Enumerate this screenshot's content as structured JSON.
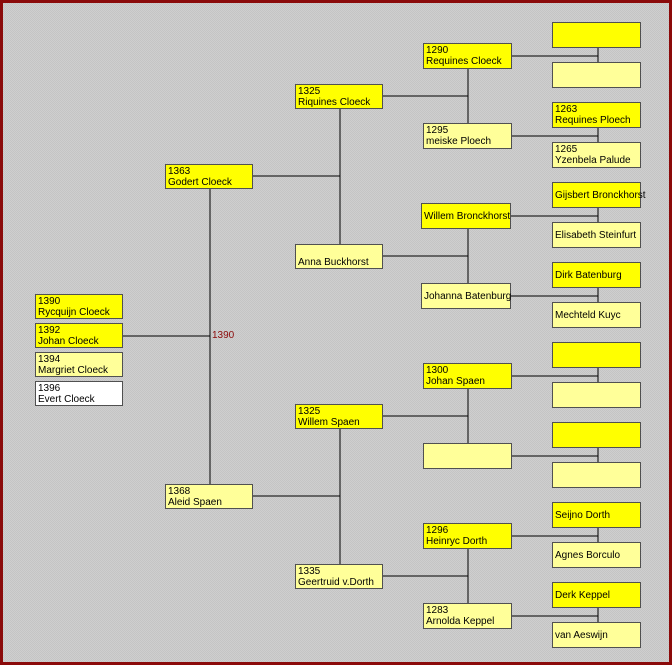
{
  "tree": {
    "marriage_year": "1390",
    "children": [
      {
        "year": "1390",
        "name": "Rycquijn Cloeck"
      },
      {
        "year": "1392",
        "name": "Johan Cloeck"
      },
      {
        "year": "1394",
        "name": "Margriet Cloeck"
      },
      {
        "year": "1396",
        "name": "Evert Cloeck"
      }
    ],
    "father": {
      "year": "1363",
      "name": "Godert Cloeck"
    },
    "mother": {
      "year": "1368",
      "name": "Aleid Spaen"
    },
    "paternal_grandfather": {
      "year": "1325",
      "name": "Riquines Cloeck"
    },
    "paternal_grandmother": {
      "year": "",
      "name": "Anna Buckhorst"
    },
    "maternal_grandfather": {
      "year": "1325",
      "name": "Willem Spaen"
    },
    "maternal_grandmother": {
      "year": "1335",
      "name": "Geertruid v.Dorth"
    },
    "gen3": [
      {
        "year": "1290",
        "name": "Requines Cloeck"
      },
      {
        "year": "1295",
        "name": "meiske Ploech"
      },
      {
        "year": "",
        "name": "Willem Bronckhorst"
      },
      {
        "year": "",
        "name": "Johanna Batenburg"
      },
      {
        "year": "1300",
        "name": "Johan Spaen"
      },
      {
        "year": "",
        "name": ""
      },
      {
        "year": "1296",
        "name": "Heinryc Dorth"
      },
      {
        "year": "1283",
        "name": "Arnolda Keppel"
      }
    ],
    "gen4": [
      {
        "year": "",
        "name": ""
      },
      {
        "year": "",
        "name": ""
      },
      {
        "year": "1263",
        "name": "Requines Ploech"
      },
      {
        "year": "1265",
        "name": "Yzenbela Palude"
      },
      {
        "year": "",
        "name": "Gijsbert Bronckhorst"
      },
      {
        "year": "",
        "name": "Elisabeth Steinfurt"
      },
      {
        "year": "",
        "name": "Dirk Batenburg"
      },
      {
        "year": "",
        "name": "Mechteld Kuyc"
      },
      {
        "year": "",
        "name": ""
      },
      {
        "year": "",
        "name": ""
      },
      {
        "year": "",
        "name": ""
      },
      {
        "year": "",
        "name": ""
      },
      {
        "year": "",
        "name": "Seijno Dorth"
      },
      {
        "year": "",
        "name": "Agnes Borculo"
      },
      {
        "year": "",
        "name": "Derk Keppel"
      },
      {
        "year": "",
        "name": "van Aeswijn"
      }
    ]
  }
}
